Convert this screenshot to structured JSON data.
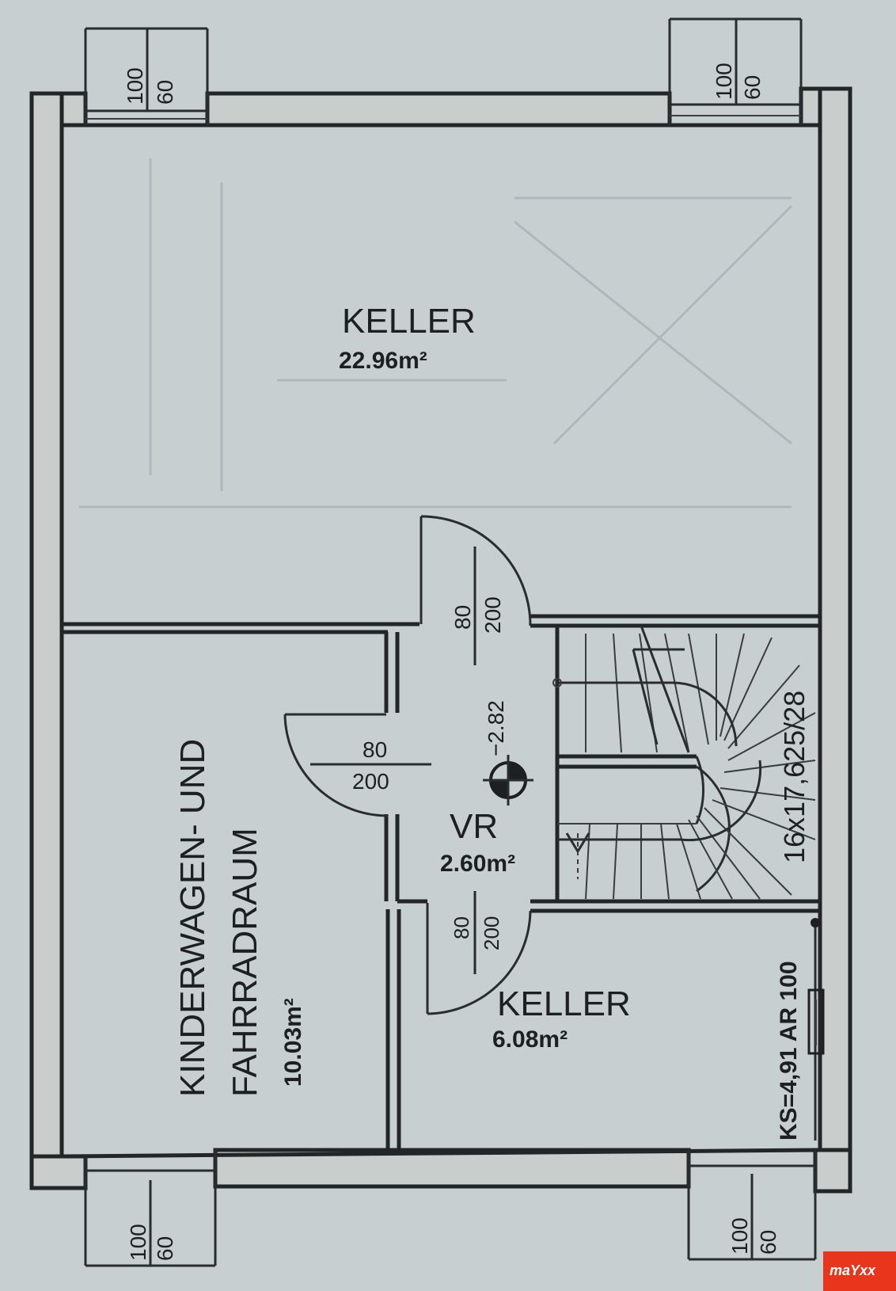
{
  "rooms": {
    "keller_large": {
      "name": "KELLER",
      "area": "22.96m²"
    },
    "vr": {
      "name": "VR",
      "area": "2.60m²"
    },
    "keller_small": {
      "name": "KELLER",
      "area": "6.08m²"
    },
    "kinderwagen": {
      "name_line1": "KINDERWAGEN- UND",
      "name_line2": "FAHRRADRAUM",
      "area": "10.03m²"
    }
  },
  "windows": {
    "top_left": {
      "a": "100",
      "b": "60"
    },
    "top_right": {
      "a": "100",
      "b": "60"
    },
    "bottom_left": {
      "a": "100",
      "b": "60"
    },
    "bottom_right": {
      "a": "100",
      "b": "60"
    }
  },
  "doors": {
    "keller_large_door": {
      "width": "80",
      "height": "200"
    },
    "kinderwagen_door": {
      "width": "80",
      "height": "200"
    },
    "keller_small_door": {
      "width": "80",
      "height": "200"
    }
  },
  "stairs": {
    "spec": "16x17,625/28",
    "level": "−2.82"
  },
  "annotation": {
    "ks": "KS=4,91 AR 100"
  },
  "logo": {
    "text": "maYxx"
  }
}
